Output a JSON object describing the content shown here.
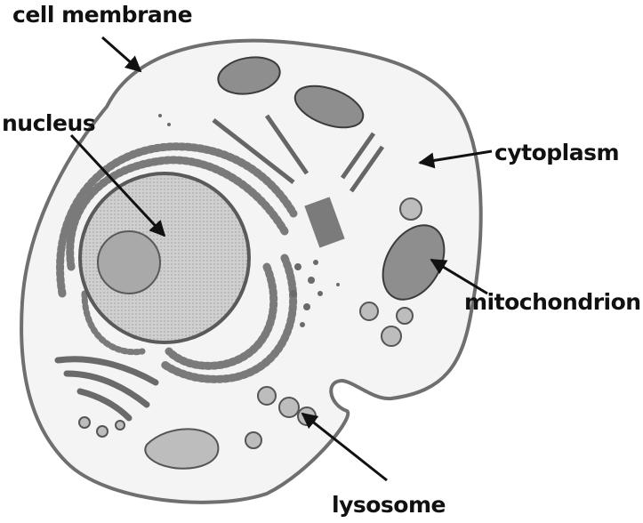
{
  "labels": {
    "cell_membrane": "cell membrane",
    "nucleus": "nucleus",
    "cytoplasm": "cytoplasm",
    "mitochondrion": "mitochondrion",
    "lysosome": "lysosome"
  },
  "colors": {
    "outline": "#6f6f6f",
    "organelle_fill": "#bdbdbd",
    "label_text": "#111111"
  }
}
